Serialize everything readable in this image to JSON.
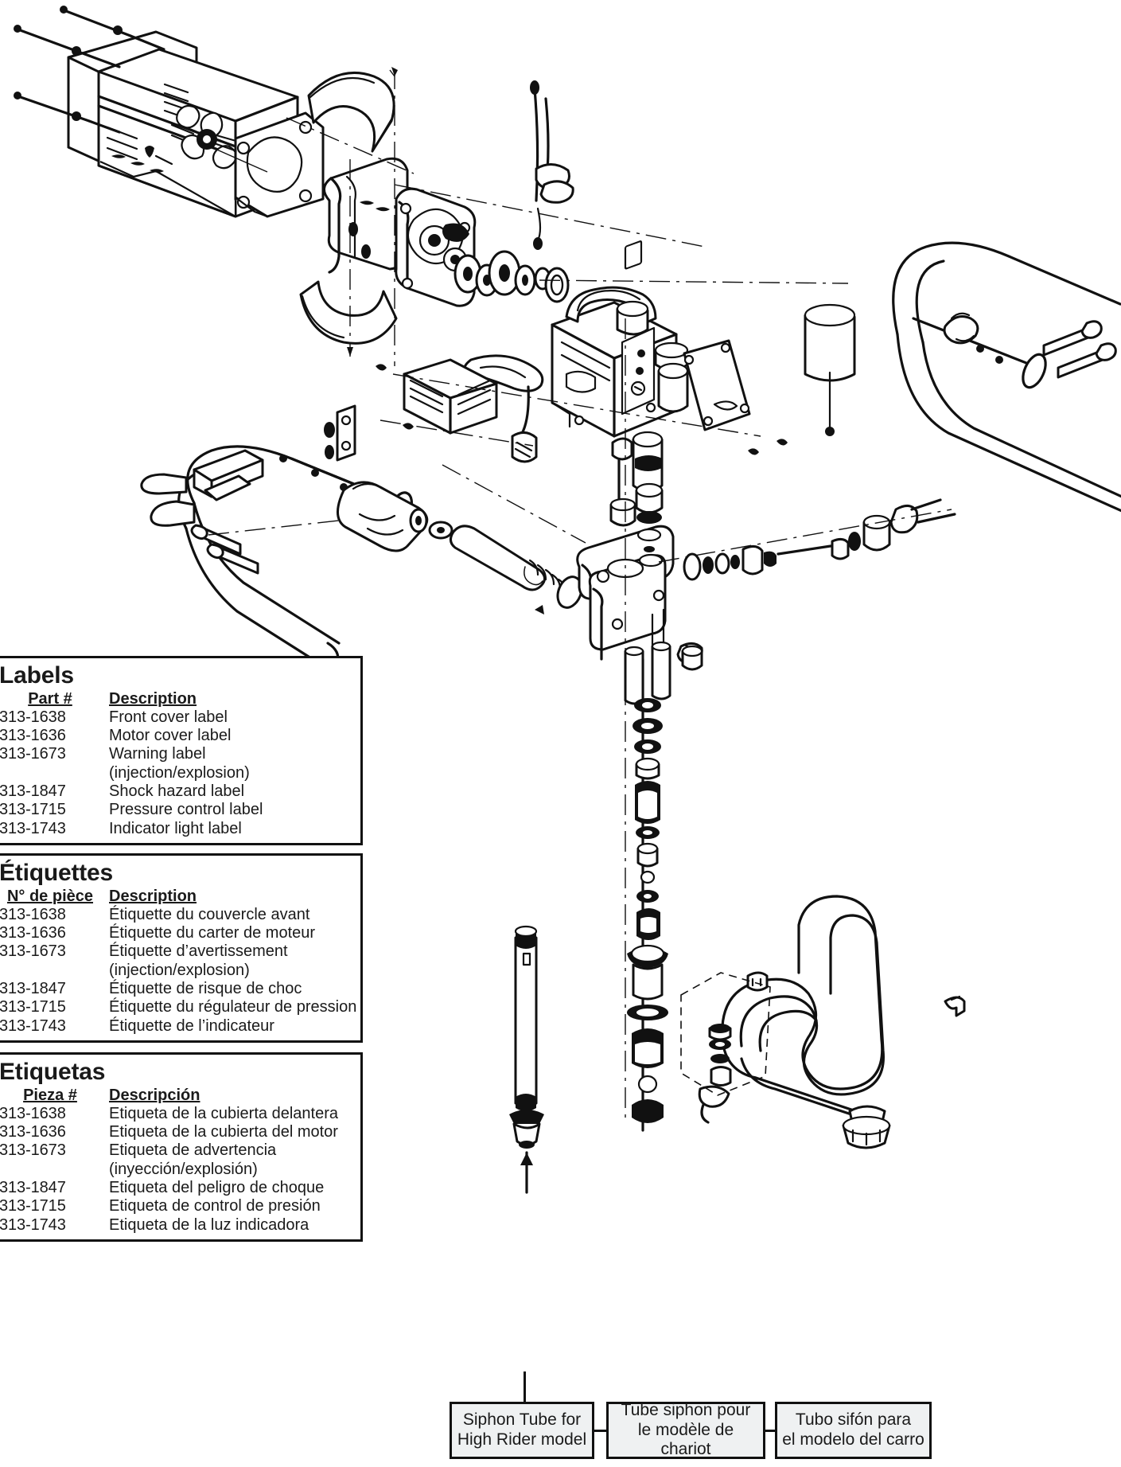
{
  "document": {
    "type": "exploded-parts-diagram",
    "ink_color": "#111111",
    "paper_color": "#ffffff",
    "callout_fill": "#eff1f2"
  },
  "tables": {
    "english": {
      "title": "Labels",
      "headers": {
        "part": "Part #",
        "description": "Description"
      },
      "rows": [
        {
          "part": "313-1638",
          "description": "Front cover label",
          "description2": ""
        },
        {
          "part": "313-1636",
          "description": "Motor cover label",
          "description2": ""
        },
        {
          "part": "313-1673",
          "description": "Warning label",
          "description2": "(injection/explosion)"
        },
        {
          "part": "313-1847",
          "description": "Shock hazard label",
          "description2": ""
        },
        {
          "part": "313-1715",
          "description": "Pressure control label",
          "description2": ""
        },
        {
          "part": "313-1743",
          "description": "Indicator light label",
          "description2": ""
        }
      ]
    },
    "french": {
      "title": "Étiquettes",
      "headers": {
        "part": "N° de pièce",
        "description": "Description"
      },
      "rows": [
        {
          "part": "313-1638",
          "description": "Étiquette du couvercle avant",
          "description2": ""
        },
        {
          "part": "313-1636",
          "description": "Étiquette du carter de moteur",
          "description2": ""
        },
        {
          "part": "313-1673",
          "description": "Étiquette d’avertissement",
          "description2": "(injection/explosion)"
        },
        {
          "part": "313-1847",
          "description": "Étiquette de risque de choc",
          "description2": ""
        },
        {
          "part": "313-1715",
          "description": "Étiquette du régulateur de pression",
          "description2": ""
        },
        {
          "part": "313-1743",
          "description": "Étiquette de l’indicateur",
          "description2": ""
        }
      ]
    },
    "spanish": {
      "title": "Etiquetas",
      "headers": {
        "part": "Pieza #",
        "description": "Descripción"
      },
      "rows": [
        {
          "part": "313-1638",
          "description": "Etiqueta de la cubierta delantera",
          "description2": ""
        },
        {
          "part": "313-1636",
          "description": "Etiqueta de la cubierta del motor",
          "description2": ""
        },
        {
          "part": "313-1673",
          "description": "Etiqueta de advertencia",
          "description2": "(inyección/explosión)"
        },
        {
          "part": "313-1847",
          "description": "Etiqueta del peligro de choque",
          "description2": ""
        },
        {
          "part": "313-1715",
          "description": "Etiqueta de control de presión",
          "description2": ""
        },
        {
          "part": "313-1743",
          "description": "Etiqueta de la luz indicadora",
          "description2": ""
        }
      ]
    }
  },
  "callouts": {
    "english": {
      "line1": "Siphon Tube for",
      "line2": "High Rider model"
    },
    "french": {
      "line1": "Tube siphon pour",
      "line2": "le modèle de chariot"
    },
    "spanish": {
      "line1": "Tubo sifón para",
      "line2": "el modelo del carro"
    }
  },
  "diagram": {
    "parts": [
      "motor-cover-shroud",
      "cooling-fan",
      "motor-mount-plate",
      "upper-fan-baffle",
      "lower-fan-baffle",
      "electric-motor",
      "gearbox-housing",
      "crank-and-bearing-set",
      "control-box",
      "pressure-control-knob",
      "on-off-switch",
      "indicator-light",
      "power-cord",
      "circuit-board-heatsink",
      "side-cover-plate",
      "left-handle-frame",
      "right-handle-frame",
      "oil-cup",
      "piston-rod",
      "displacement-pump-housing",
      "packing-seal-stack",
      "outlet-filter-assembly",
      "prime-spray-valve",
      "siphon-tube-rigid",
      "siphon-hose-flexible",
      "inlet-strainer",
      "hose-fitting-nut"
    ]
  }
}
